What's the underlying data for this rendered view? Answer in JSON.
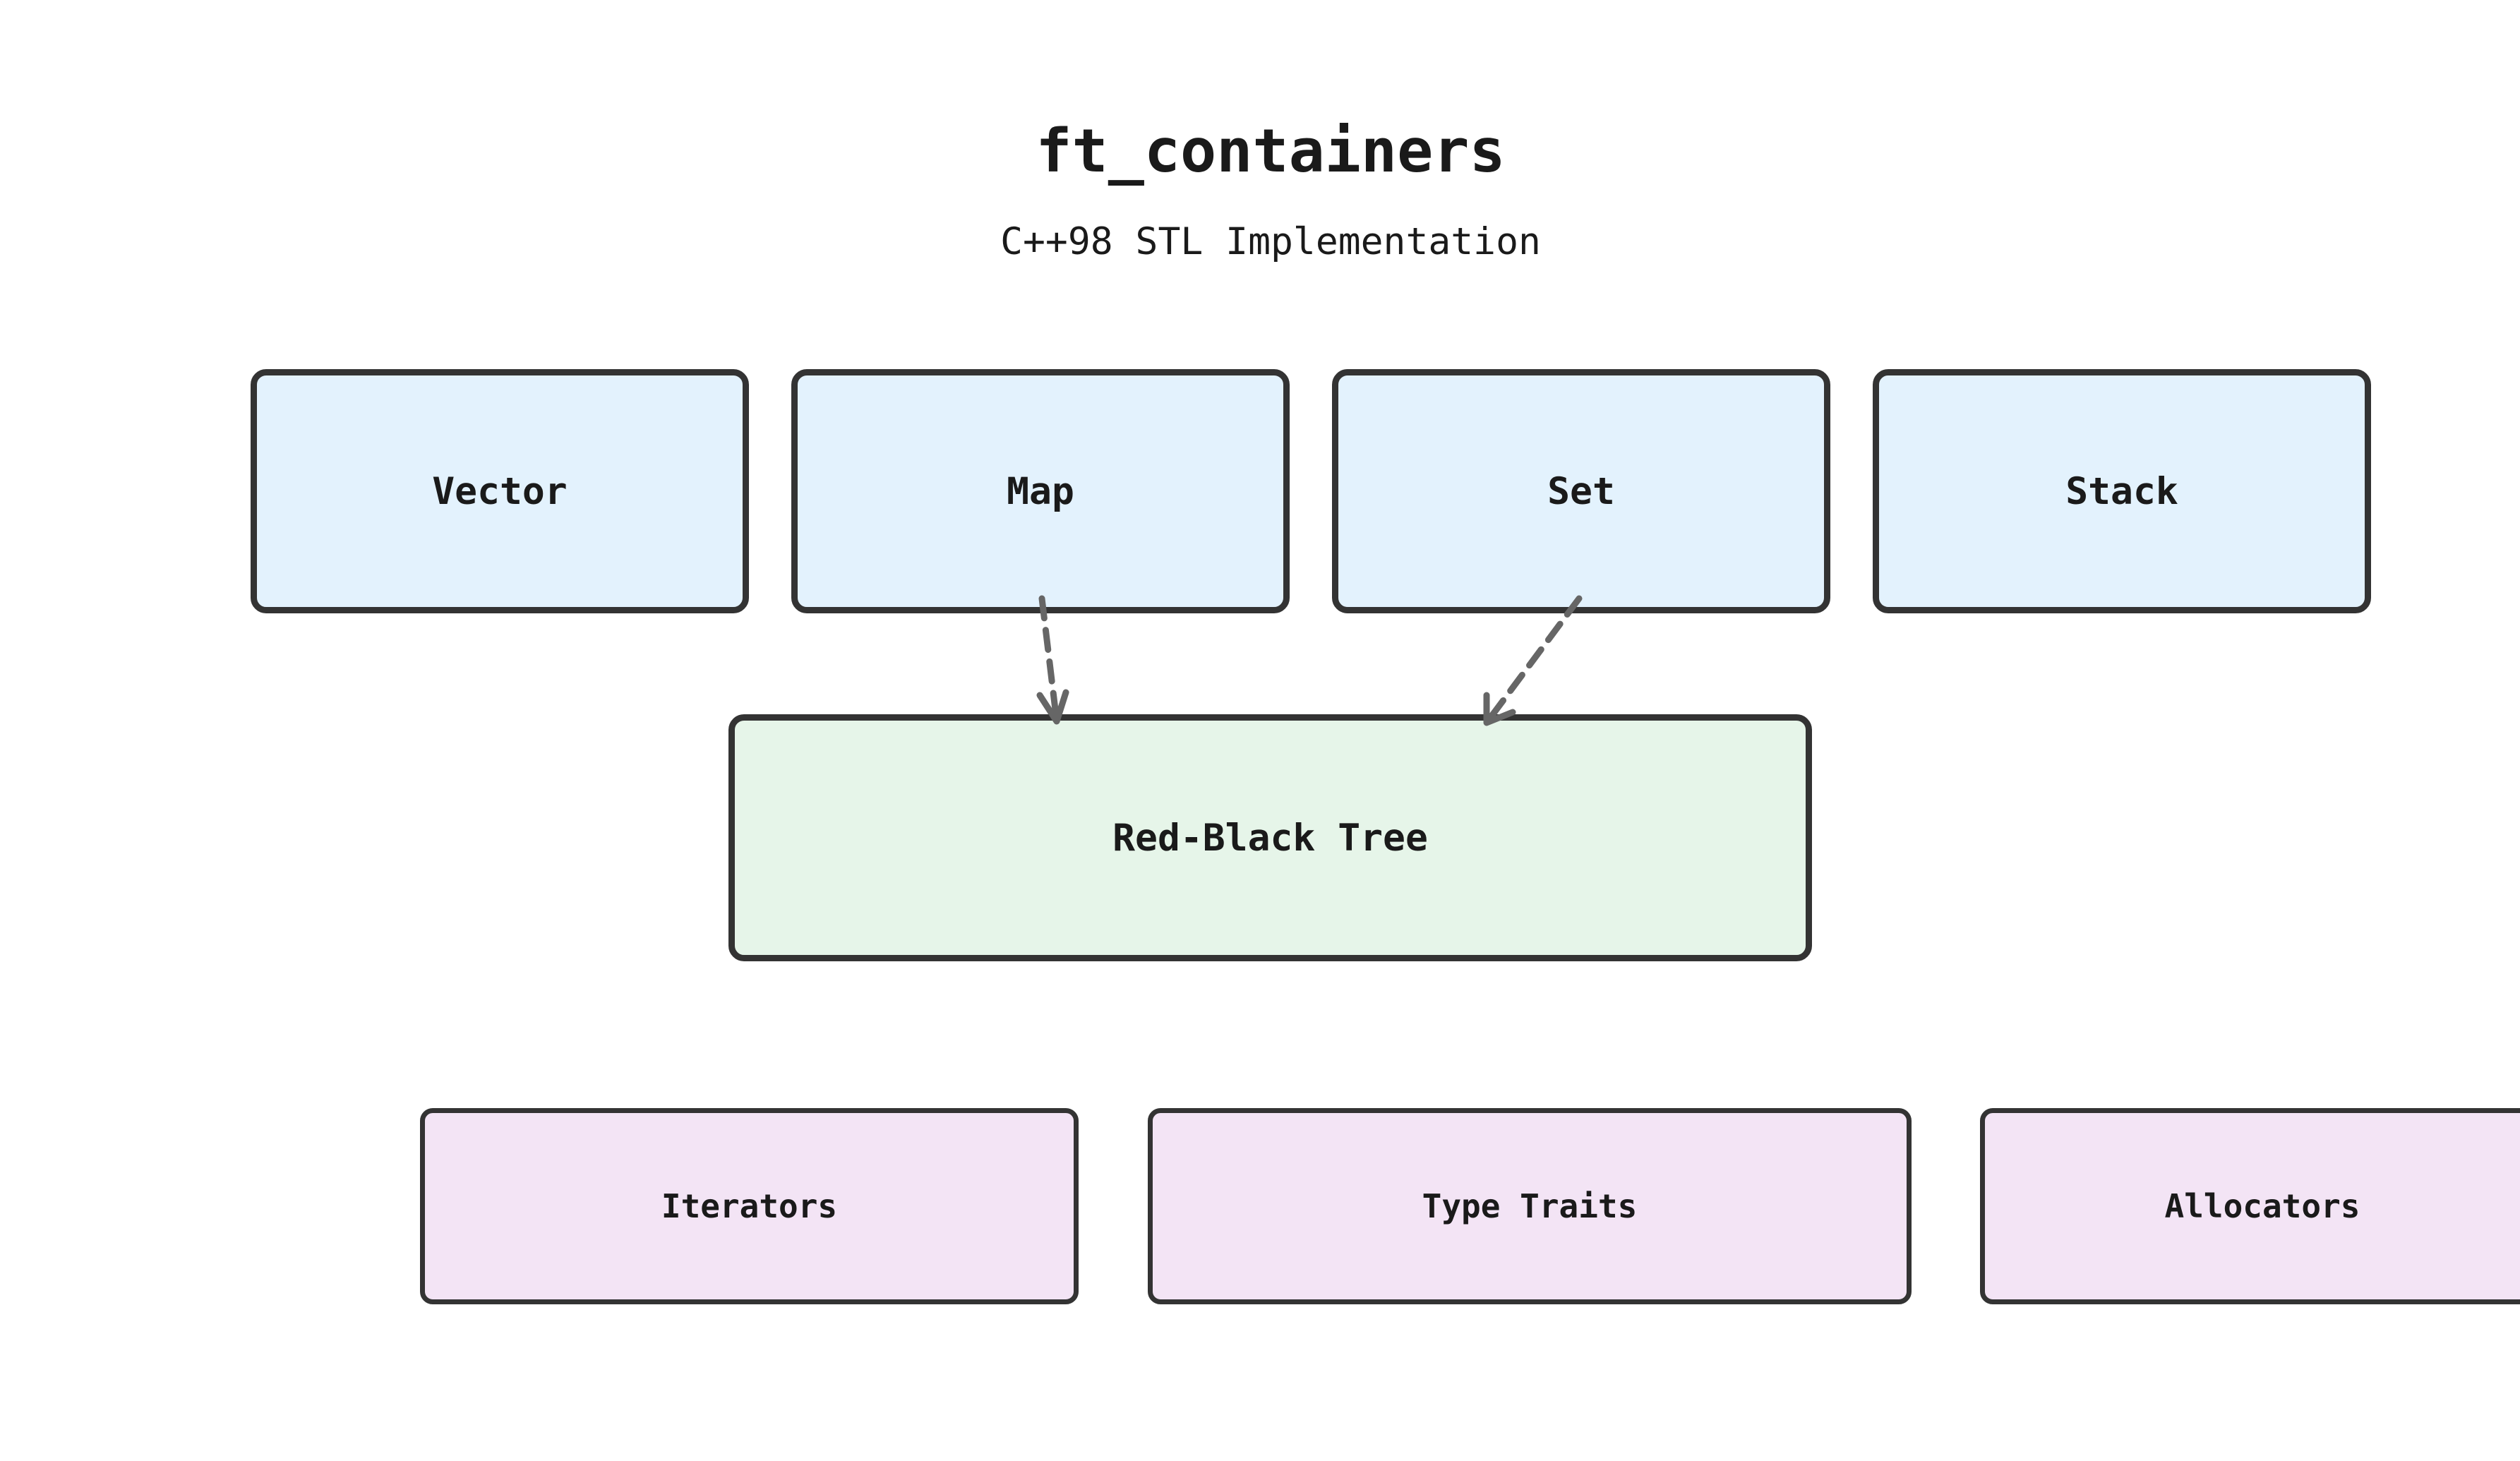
{
  "title": "ft_containers",
  "subtitle": "C++98 STL Implementation",
  "containers": [
    {
      "label": "Vector"
    },
    {
      "label": "Map"
    },
    {
      "label": "Set"
    },
    {
      "label": "Stack"
    }
  ],
  "core": {
    "label": "Red-Black Tree"
  },
  "utilities": [
    {
      "label": "Iterators"
    },
    {
      "label": "Type Traits"
    },
    {
      "label": "Allocators"
    }
  ],
  "edges": [
    {
      "from": "Map",
      "to": "Red-Black Tree",
      "style": "dashed"
    },
    {
      "from": "Set",
      "to": "Red-Black Tree",
      "style": "dashed"
    }
  ],
  "colors": {
    "container_fill": "#e3f2fd",
    "core_fill": "#e6f5e9",
    "utility_fill": "#f3e4f5",
    "border": "#333333",
    "arrow": "#666666"
  }
}
